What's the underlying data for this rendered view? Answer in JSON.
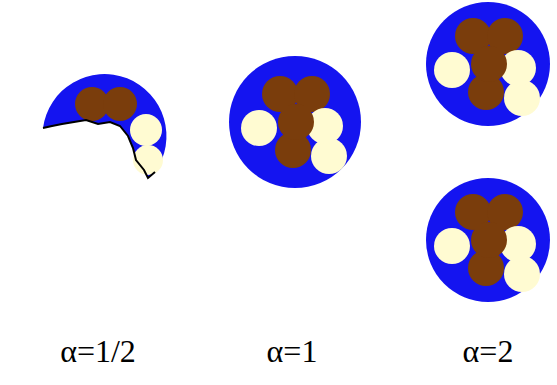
{
  "diagram": {
    "labels": [
      "α=1/2",
      "α=1",
      "α=2"
    ]
  }
}
